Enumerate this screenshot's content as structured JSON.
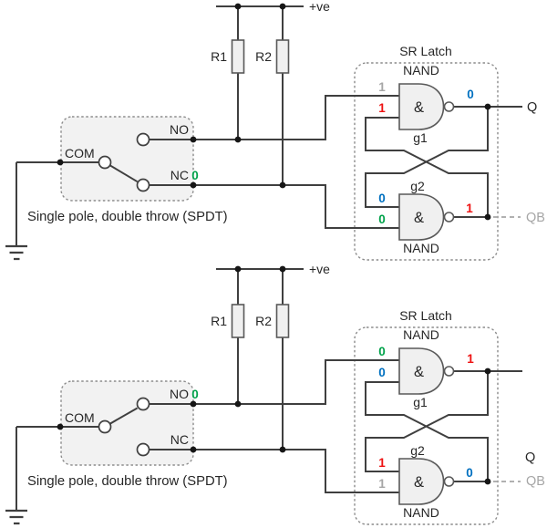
{
  "colors": {
    "wire": "#3f3f3f",
    "label_text": "#262626",
    "signal_red": "#ee1111",
    "signal_blue": "#0070c0",
    "signal_green": "#00a24a",
    "signal_gray": "#a6a6a6",
    "qb_label_gray": "#a6a6a6",
    "gate_fill": "#f0f0f0",
    "switch_box_fill": "#f2f2f2"
  },
  "top_circuit": {
    "power_label": "+ve",
    "r1_label": "R1",
    "r2_label": "R2",
    "spdt": {
      "com_label": "COM",
      "no_label": "NO",
      "nc_label": "NC",
      "nc_value": {
        "text": "0",
        "color": "#00a24a"
      },
      "caption": "Single pole, double throw (SPDT)"
    },
    "latch": {
      "title": "SR Latch",
      "gate1": {
        "type_label": "NAND",
        "name_label": "g1",
        "symbol": "&",
        "in1": {
          "text": "1",
          "color": "#a6a6a6"
        },
        "in2": {
          "text": "1",
          "color": "#ee1111"
        },
        "out": {
          "text": "0",
          "color": "#0070c0"
        }
      },
      "gate2": {
        "type_label": "NAND",
        "name_label": "g2",
        "symbol": "&",
        "in1": {
          "text": "0",
          "color": "#0070c0"
        },
        "in2": {
          "text": "0",
          "color": "#00a24a"
        },
        "out": {
          "text": "1",
          "color": "#ee1111"
        }
      }
    },
    "q_label": "Q",
    "qb_label": "QB"
  },
  "bottom_circuit": {
    "power_label": "+ve",
    "r1_label": "R1",
    "r2_label": "R2",
    "spdt": {
      "com_label": "COM",
      "no_label": "NO",
      "no_value": {
        "text": "0",
        "color": "#00a24a"
      },
      "nc_label": "NC",
      "caption": "Single pole, double throw (SPDT)"
    },
    "latch": {
      "title": "SR Latch",
      "gate1": {
        "type_label": "NAND",
        "name_label": "g1",
        "symbol": "&",
        "in1": {
          "text": "0",
          "color": "#00a24a"
        },
        "in2": {
          "text": "0",
          "color": "#0070c0"
        },
        "out": {
          "text": "1",
          "color": "#ee1111"
        }
      },
      "gate2": {
        "type_label": "NAND",
        "name_label": "g2",
        "symbol": "&",
        "in1": {
          "text": "1",
          "color": "#ee1111"
        },
        "in2": {
          "text": "1",
          "color": "#a6a6a6"
        },
        "out": {
          "text": "0",
          "color": "#0070c0"
        }
      }
    },
    "q_label": "Q",
    "qb_label": "QB"
  }
}
